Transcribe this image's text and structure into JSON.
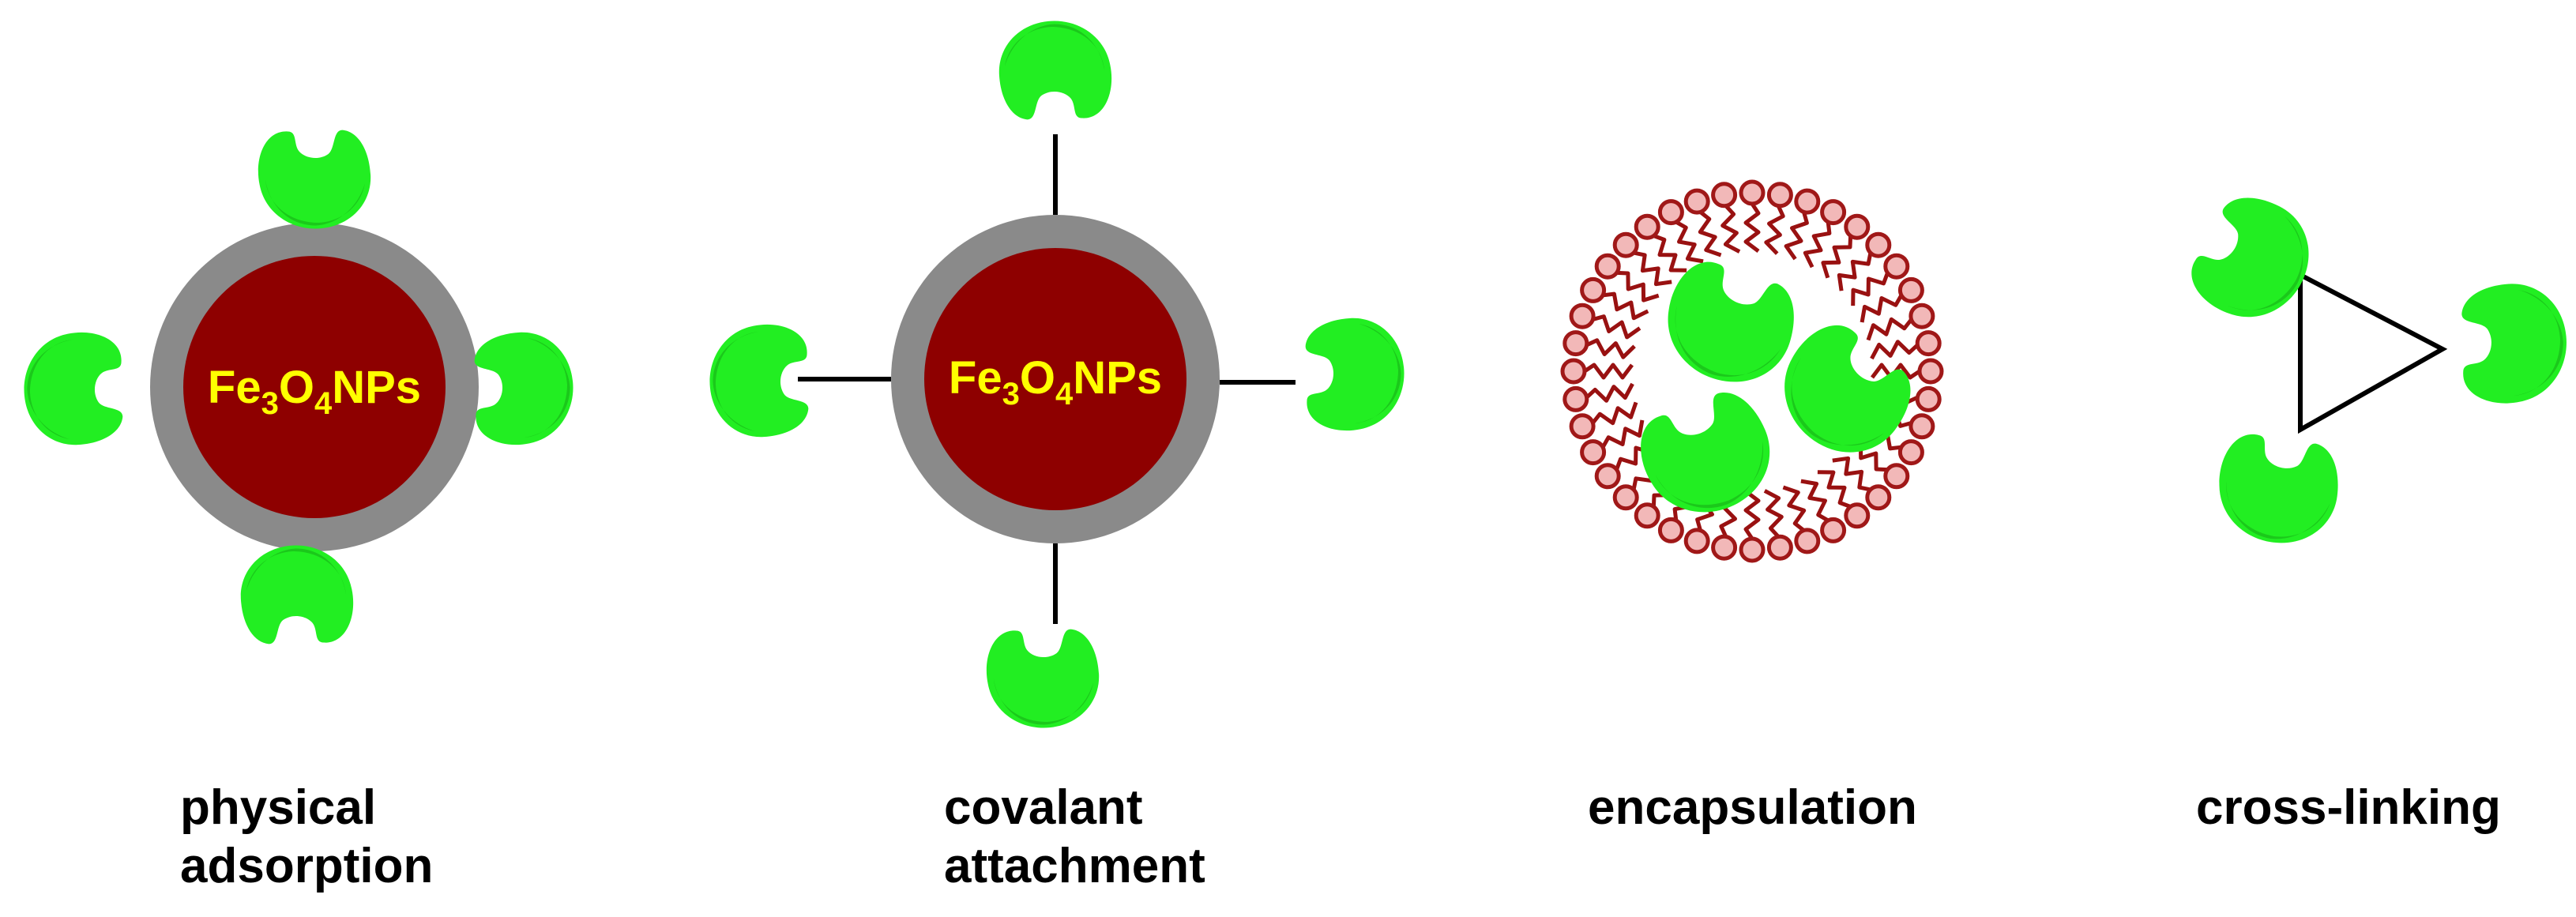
{
  "nanoparticle_label": {
    "part1": "Fe",
    "sub1": "3",
    "part2": "O",
    "sub2": "4",
    "part3": "NPs"
  },
  "captions": {
    "physical": [
      "physical",
      "adsorption"
    ],
    "covalent": [
      "covalant",
      "attachment"
    ],
    "encapsulation": [
      "encapsulation"
    ],
    "crosslinking": [
      "cross-linking"
    ]
  },
  "colors": {
    "enzyme": "#22ee22",
    "enzyme_shadow": "#18b818",
    "core": "#8e0000",
    "shell": "#8a8a8a",
    "lipid_tail": "#991111",
    "lipid_head": "#f2b8b8",
    "lipid_head_stroke": "#a01818",
    "label": "#ffff00"
  }
}
